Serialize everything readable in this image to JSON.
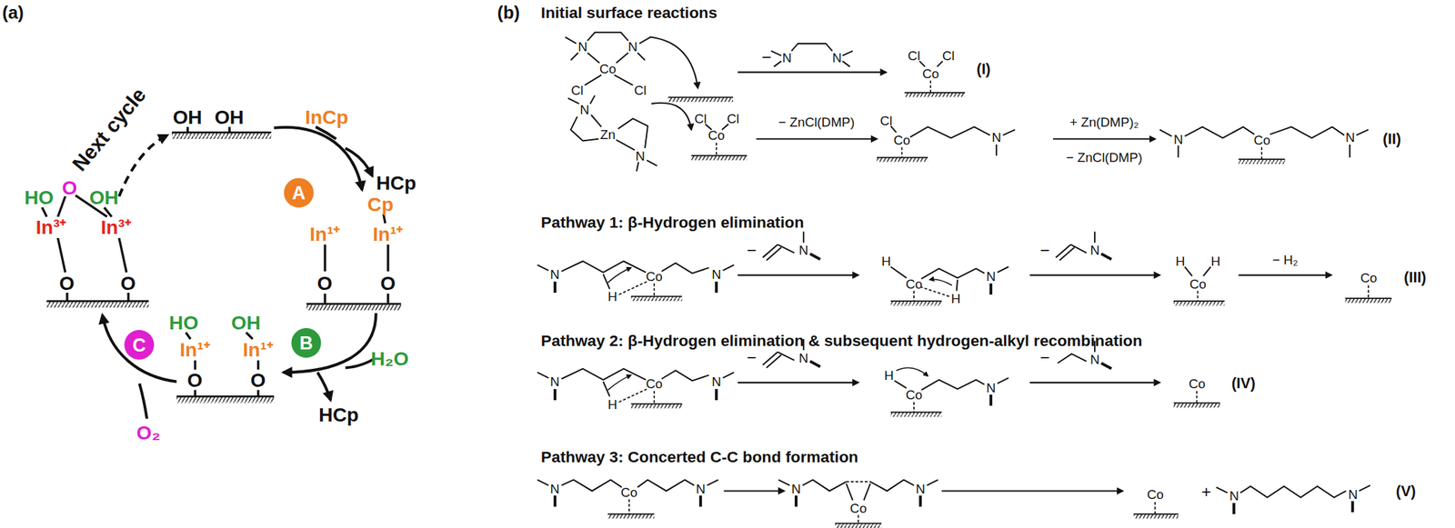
{
  "diagram": {
    "nodes": [
      {
        "text": [
          "A"
        ]
      },
      {
        "text": [
          "B"
        ]
      },
      {
        "text": [
          "C"
        ]
      }
    ],
    "labels": [
      "(a)",
      "Next cycle",
      "OH",
      "OH",
      "InCp",
      "HCp",
      "Cp",
      "In¹⁺",
      "In¹⁺",
      "O",
      "O",
      "H₂O",
      "HCp",
      "HO",
      "OH",
      "In¹⁺",
      "In¹⁺",
      "O",
      "O",
      "O₂",
      "HO",
      "O",
      "OH",
      "In³⁺",
      "In³⁺",
      "O",
      "O",
      "(b)",
      "Initial surface reactions",
      "N",
      "N",
      "Co",
      "Cl",
      "Cl",
      "−",
      "N",
      "N",
      "Cl",
      "Co",
      "Cl",
      "(I)",
      "N",
      "Zn",
      "N",
      "Cl",
      "Co",
      "Cl",
      "− ZnCl(DMP)",
      "Cl",
      "Co",
      "N",
      "+ Zn(DMP)₂",
      "− ZnCl(DMP)",
      "N",
      "Co",
      "N",
      "(II)",
      "Pathway 1: β-Hydrogen elimination",
      "N",
      "H",
      "Co",
      "N",
      "−",
      "N",
      "H",
      "Co",
      "H",
      "N",
      "−",
      "N",
      "H",
      "H",
      "Co",
      "− H₂",
      "Co",
      "(III)",
      "Pathway 2: β-Hydrogen elimination & subsequent hydrogen-alkyl recombination",
      "N",
      "H",
      "Co",
      "N",
      "−",
      "N",
      "H",
      "Co",
      "N",
      "−",
      "N",
      "Co",
      "(IV)",
      "Pathway 3: Concerted C-C bond formation",
      "N",
      "Co",
      "N",
      "N",
      "Co",
      "N",
      "Co",
      "+",
      "N",
      "N",
      "(V)"
    ]
  }
}
